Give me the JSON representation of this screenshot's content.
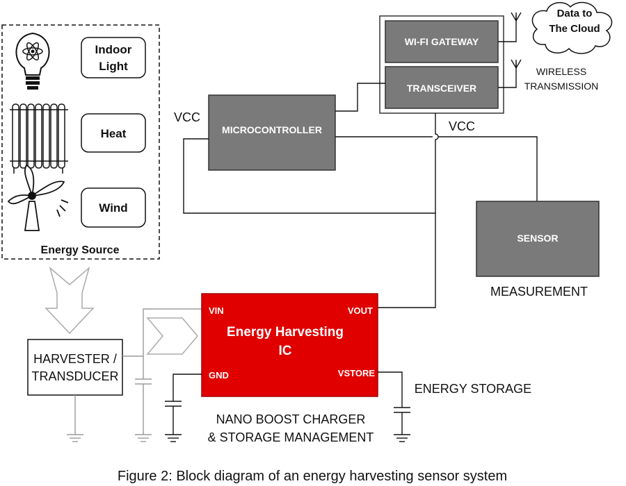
{
  "energy_source": {
    "title": "Energy Source",
    "items": [
      {
        "label_line1": "Indoor",
        "label_line2": "Light",
        "icon": "light-bulb-icon"
      },
      {
        "label": "Heat",
        "icon": "radiator-icon"
      },
      {
        "label": "Wind",
        "icon": "wind-turbine-icon"
      }
    ]
  },
  "blocks": {
    "wifi_gateway": "WI-FI GATEWAY",
    "transceiver": "TRANSCEIVER",
    "microcontroller": "MICROCONTROLLER",
    "sensor": "SENSOR",
    "harvester_line1": "HARVESTER /",
    "harvester_line2": "TRANSDUCER",
    "ic_line1": "Energy Harvesting",
    "ic_line2": "IC"
  },
  "pins": {
    "vin": "VIN",
    "vout": "VOUT",
    "gnd": "GND",
    "vstore": "VSTORE"
  },
  "labels": {
    "vcc_left": "VCC",
    "vcc_right": "VCC",
    "cloud_line1": "Data to",
    "cloud_line2": "The Cloud",
    "wireless_line1": "WIRELESS",
    "wireless_line2": "TRANSMISSION",
    "measurement": "MEASUREMENT",
    "energy_storage": "ENERGY STORAGE",
    "nano_line1": "NANO BOOST CHARGER",
    "nano_line2": "& STORAGE MANAGEMENT"
  },
  "caption": "Figure 2: Block diagram of an energy harvesting sensor system",
  "colors": {
    "ic_red": "#e00000",
    "block_gray": "#7a7a7a",
    "light_wire": "#9a9a9a"
  }
}
